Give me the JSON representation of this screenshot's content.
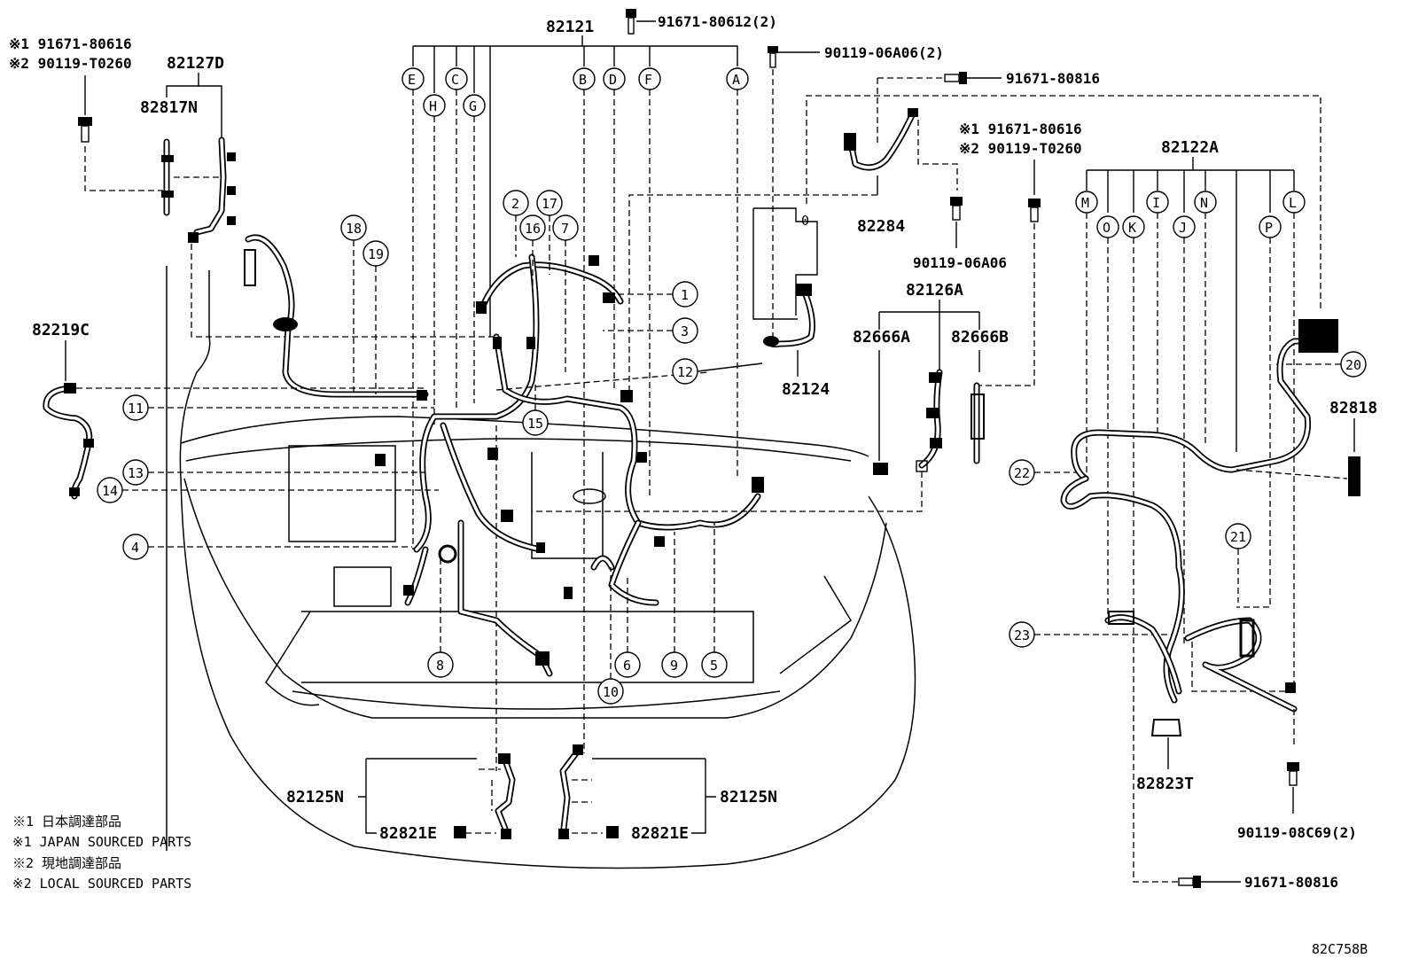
{
  "parts": {
    "main_harness": "82121",
    "sub_harness_d": "82127D",
    "clip_n": "82817N",
    "harness_c": "82219C",
    "harness_a": "82122A",
    "harness_26a": "82126A",
    "connector_a": "82666A",
    "connector_b": "82666B",
    "cable_284": "82284",
    "cable_124": "82124",
    "bracket_818": "82818",
    "clip_823t": "82823T",
    "harness_125n_left": "82125N",
    "harness_125n_right": "82125N",
    "clip_821e_left": "82821E",
    "clip_821e_right": "82821E"
  },
  "fasteners": {
    "bolt_top": "91671-80612(2)",
    "bolt_06a06_2": "90119-06A06(2)",
    "bolt_80816_top": "91671-80816",
    "bolt_06a06": "90119-06A06",
    "bolt_08c69": "90119-08C69(2)",
    "bolt_80816_bottom": "91671-80816",
    "left_line1": "※1 91671-80616",
    "left_line2": "※2 90119-T0260",
    "mid_line1": "※1 91671-80616",
    "mid_line2": "※2 90119-T0260"
  },
  "connector_letters": [
    "E",
    "H",
    "C",
    "G",
    "B",
    "D",
    "F",
    "A",
    "M",
    "O",
    "K",
    "I",
    "J",
    "N",
    "P",
    "L"
  ],
  "callouts": [
    "1",
    "2",
    "3",
    "4",
    "5",
    "6",
    "7",
    "8",
    "9",
    "10",
    "11",
    "12",
    "13",
    "14",
    "15",
    "16",
    "17",
    "18",
    "19",
    "20",
    "21",
    "22",
    "23"
  ],
  "notes": [
    "※1 日本調達部品",
    "※1 JAPAN SOURCED PARTS",
    "※2 現地調達部品",
    "※2 LOCAL SOURCED PARTS"
  ],
  "diagram_code": "82C758B"
}
